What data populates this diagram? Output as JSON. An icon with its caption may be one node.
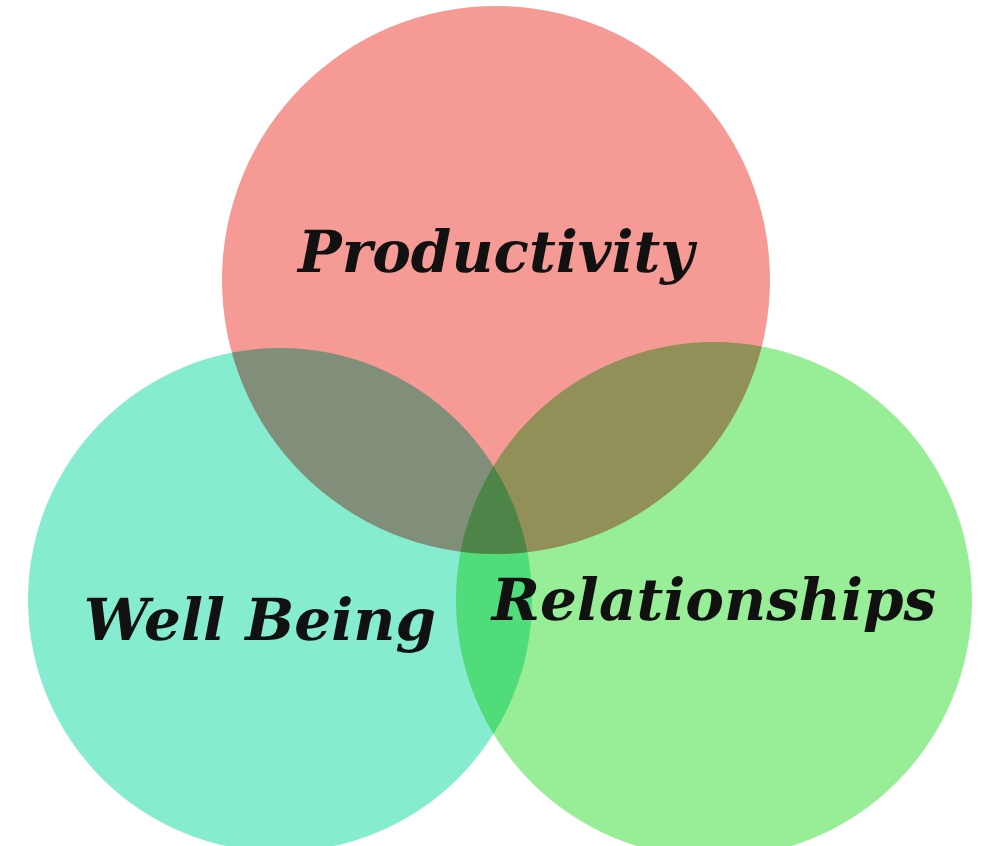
{
  "diagram": {
    "nodes": [
      {
        "text": [
          "Productivity"
        ]
      },
      {
        "text": [
          "Well Being"
        ]
      },
      {
        "text": [
          "Relationships"
        ]
      }
    ]
  }
}
